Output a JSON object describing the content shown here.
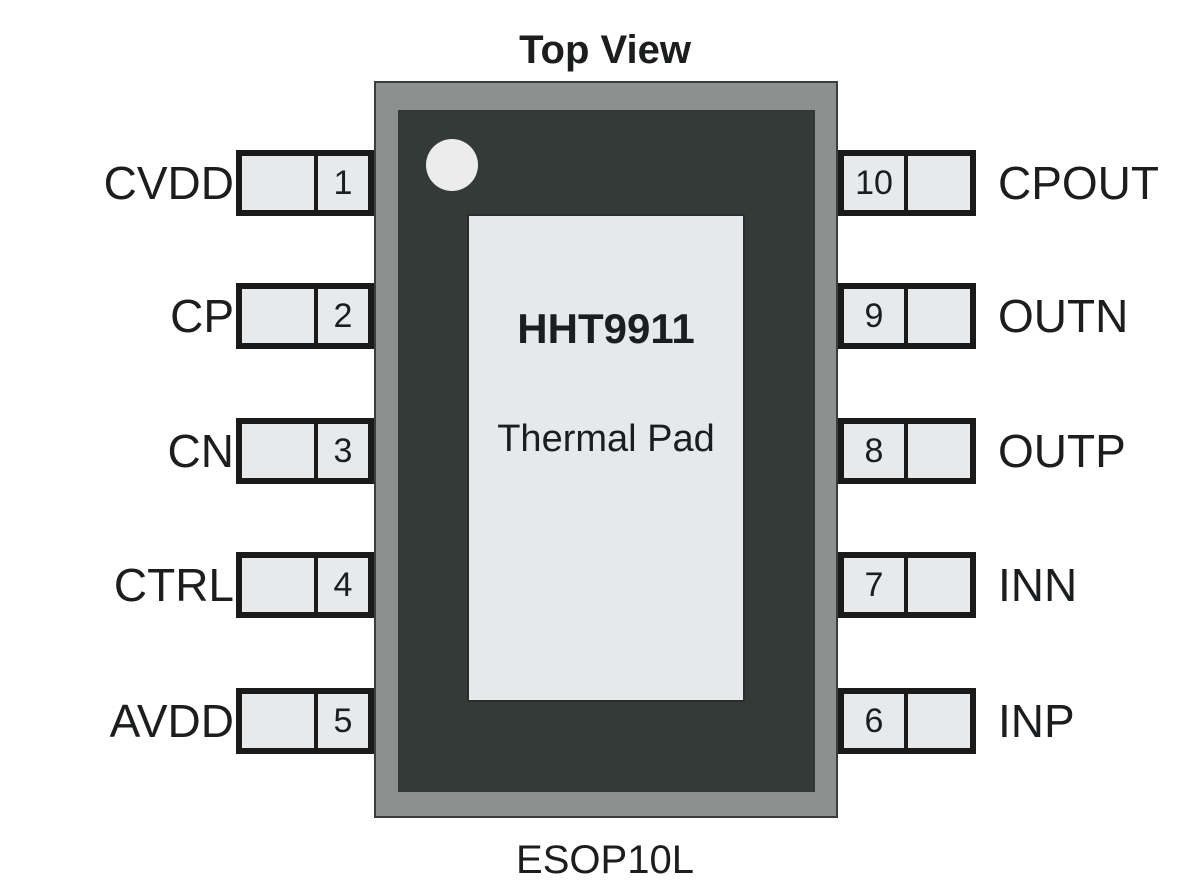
{
  "title": "Top View",
  "package": "ESOP10L",
  "part_number": "HHT9911",
  "pad_label": "Thermal Pad",
  "left_pins": [
    {
      "num": "1",
      "name": "CVDD"
    },
    {
      "num": "2",
      "name": "CP"
    },
    {
      "num": "3",
      "name": "CN"
    },
    {
      "num": "4",
      "name": "CTRL"
    },
    {
      "num": "5",
      "name": "AVDD"
    }
  ],
  "right_pins": [
    {
      "num": "10",
      "name": "CPOUT"
    },
    {
      "num": "9",
      "name": "OUTN"
    },
    {
      "num": "8",
      "name": "OUTP"
    },
    {
      "num": "7",
      "name": "INN"
    },
    {
      "num": "6",
      "name": "INP"
    }
  ]
}
